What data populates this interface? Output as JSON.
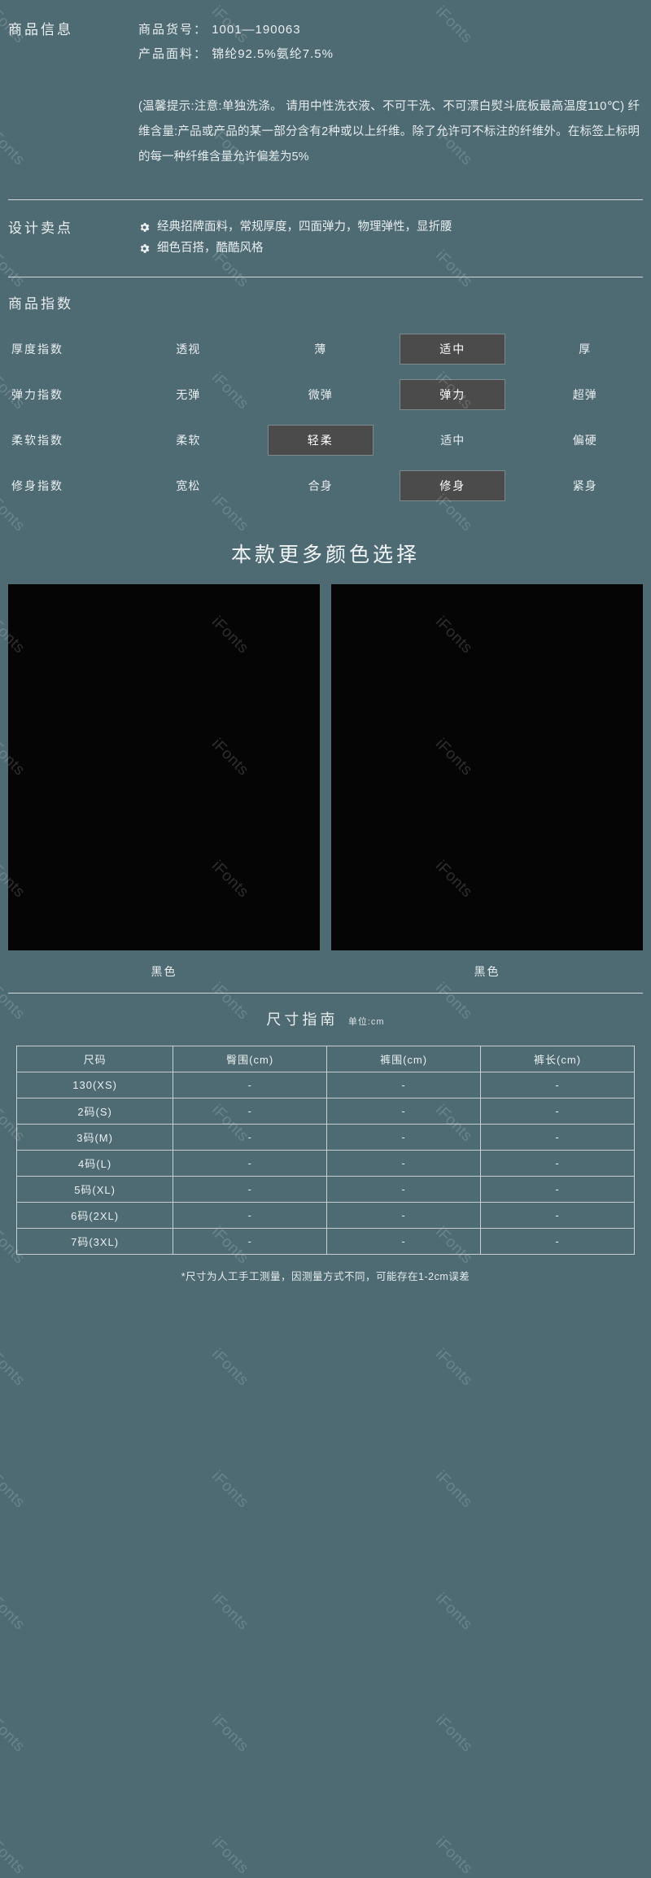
{
  "product_info": {
    "title": "商品信息",
    "fields": [
      {
        "key": "商品货号：",
        "value": "1001—190063"
      },
      {
        "key": "产品面料：",
        "value": "锦纶92.5%氨纶7.5%"
      }
    ],
    "note": "(温馨提示:注意:单独洗涤。 请用中性洗衣液、不可干洗、不可漂白熨斗底板最高温度110℃) 纤维含量:产品或产品的某一部分含有2种或以上纤维。除了允许可不标注的纤维外。在标签上标明的每一种纤维含量允许偏差为5%"
  },
  "design_features": {
    "title": "设计卖点",
    "icon": "gear-icon",
    "items": [
      "经典招牌面料，常规厚度，四面弹力，物理弹性，显折腰",
      "细色百搭，酷酷风格"
    ]
  },
  "product_index": {
    "title": "商品指数",
    "rows": [
      {
        "label": "厚度指数",
        "options": [
          "透视",
          "薄",
          "适中",
          "厚"
        ],
        "selected": 2
      },
      {
        "label": "弹力指数",
        "options": [
          "无弹",
          "微弹",
          "弹力",
          "超弹"
        ],
        "selected": 2
      },
      {
        "label": "柔软指数",
        "options": [
          "柔软",
          "轻柔",
          "适中",
          "偏硬"
        ],
        "selected": 1
      },
      {
        "label": "修身指数",
        "options": [
          "宽松",
          "合身",
          "修身",
          "紧身"
        ],
        "selected": 2
      }
    ]
  },
  "color_section": {
    "title": "本款更多颜色选择",
    "colors": [
      {
        "label": "黑色",
        "hex": "#050505"
      },
      {
        "label": "黑色",
        "hex": "#050505"
      }
    ]
  },
  "size_guide": {
    "title": "尺寸指南",
    "unit": "单位:cm",
    "columns": [
      "尺码",
      "臀围(cm)",
      "裤围(cm)",
      "裤长(cm)"
    ],
    "rows": [
      [
        "130(XS)",
        "-",
        "-",
        "-"
      ],
      [
        "2码(S)",
        "-",
        "-",
        "-"
      ],
      [
        "3码(M)",
        "-",
        "-",
        "-"
      ],
      [
        "4码(L)",
        "-",
        "-",
        "-"
      ],
      [
        "5码(XL)",
        "-",
        "-",
        "-"
      ],
      [
        "6码(2XL)",
        "-",
        "-",
        "-"
      ],
      [
        "7码(3XL)",
        "-",
        "-",
        "-"
      ]
    ],
    "footnote": "*尺寸为人工手工测量，因测量方式不同，可能存在1-2cm误差"
  },
  "watermark": {
    "text": "iFonts"
  },
  "theme": {
    "bg": "#4e6b73",
    "chip_bg": "#4b4b4b",
    "line": "#cfd6d8"
  }
}
